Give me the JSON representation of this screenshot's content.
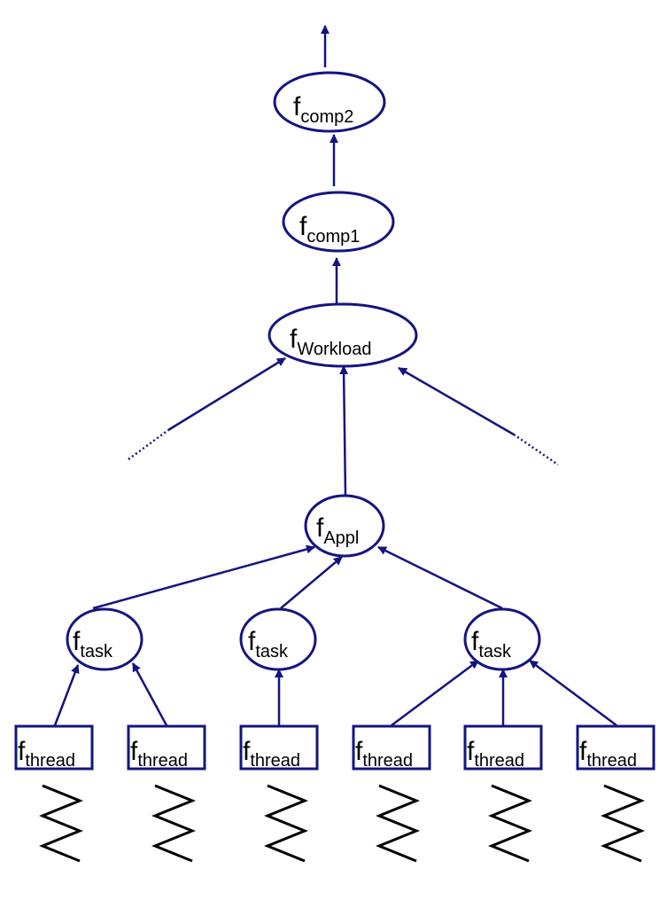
{
  "colors": {
    "node_stroke": "#141480",
    "edge": "#141480",
    "text": "#000000",
    "zigzag": "#000000",
    "background": "#ffffff"
  },
  "nodes": {
    "comp2": {
      "main": "f",
      "sub": "comp2"
    },
    "comp1": {
      "main": "f",
      "sub": "comp1"
    },
    "workload": {
      "main": "f",
      "sub": "Workload"
    },
    "appl": {
      "main": "f",
      "sub": "Appl"
    },
    "task_1": {
      "main": "f",
      "sub": "task"
    },
    "task_2": {
      "main": "f",
      "sub": "task"
    },
    "task_3": {
      "main": "f",
      "sub": "task"
    },
    "thread_1": {
      "main": "f",
      "sub": "thread"
    },
    "thread_2": {
      "main": "f",
      "sub": "thread"
    },
    "thread_3": {
      "main": "f",
      "sub": "thread"
    },
    "thread_4": {
      "main": "f",
      "sub": "thread"
    },
    "thread_5": {
      "main": "f",
      "sub": "thread"
    },
    "thread_6": {
      "main": "f",
      "sub": "thread"
    }
  },
  "edges": [
    {
      "from": "thread_1",
      "to": "task_1"
    },
    {
      "from": "thread_2",
      "to": "task_1"
    },
    {
      "from": "thread_3",
      "to": "task_2"
    },
    {
      "from": "thread_4",
      "to": "task_3"
    },
    {
      "from": "thread_5",
      "to": "task_3"
    },
    {
      "from": "thread_6",
      "to": "task_3"
    },
    {
      "from": "task_1",
      "to": "appl"
    },
    {
      "from": "task_2",
      "to": "appl"
    },
    {
      "from": "task_3",
      "to": "appl"
    },
    {
      "from": "appl",
      "to": "workload"
    },
    {
      "from": "workload",
      "to": "comp1"
    },
    {
      "from": "comp1",
      "to": "comp2"
    }
  ]
}
